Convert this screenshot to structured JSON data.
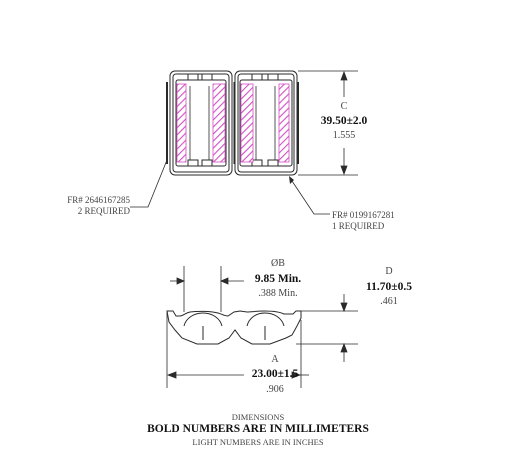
{
  "callouts": {
    "left": {
      "part": "FR# 2646167285",
      "qty": "2 REQUIRED"
    },
    "right": {
      "part": "FR# 0199167281",
      "qty": "1 REQUIRED"
    }
  },
  "dims": {
    "C": {
      "label": "C",
      "mm": "39.50±2.0",
      "inch": "1.555"
    },
    "B": {
      "label": "ØB",
      "mm": "9.85 Min.",
      "inch": ".388 Min."
    },
    "D": {
      "label": "D",
      "mm": "11.70±0.5",
      "inch": ".461"
    },
    "A": {
      "label": "A",
      "mm": "23.00±1.5",
      "inch": ".906"
    }
  },
  "legend": {
    "title": "DIMENSIONS",
    "bold": "BOLD NUMBERS ARE IN MILLIMETERS",
    "light": "LIGHT NUMBERS ARE IN INCHES"
  },
  "colors": {
    "ferrite": "#d24fc4",
    "line": "#2a2a2a"
  }
}
